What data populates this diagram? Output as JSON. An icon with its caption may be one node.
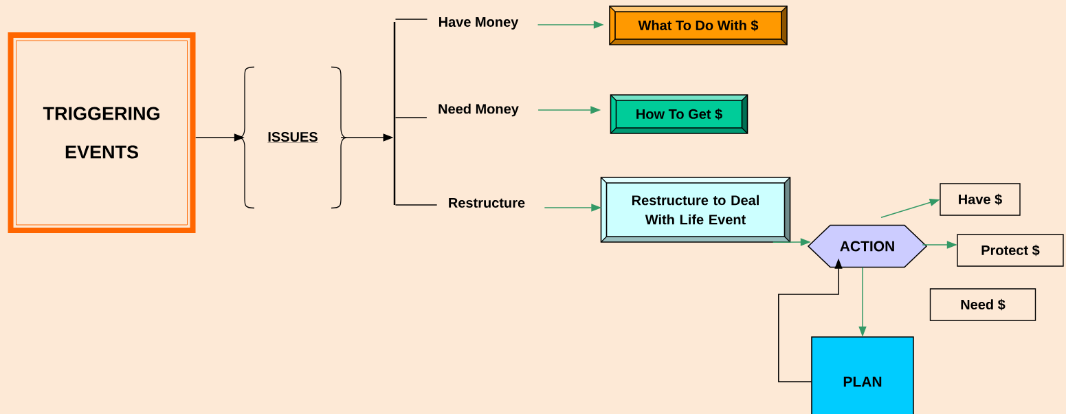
{
  "diagram": {
    "nodes": [
      {
        "text": [
          "TRIGGERING EVENTS"
        ]
      },
      {
        "text": [
          "ISSUES"
        ]
      },
      {
        "text": [],
        "shape": "bar"
      },
      {
        "text": [
          "Have Money"
        ]
      },
      {
        "text": [
          "Need Money"
        ]
      },
      {
        "text": [
          "Restructure"
        ]
      },
      {
        "text": [
          "What To Do With $"
        ]
      },
      {
        "text": [
          "How To Get $"
        ]
      },
      {
        "text": [
          "Restructure to Deal With Life Event"
        ]
      },
      {
        "text": [
          "ACTION"
        ]
      },
      {
        "text": [
          "Have $"
        ]
      },
      {
        "text": [
          "Protect $"
        ]
      },
      {
        "text": [
          "Need $"
        ]
      },
      {
        "text": [
          "PLAN"
        ]
      }
    ],
    "edges": [
      {
        "from": 0,
        "to": 1,
        "arrow": "to",
        "color": "#000000"
      },
      {
        "from": 1,
        "to": 2,
        "arrow": "to",
        "color": "#000000"
      },
      {
        "from": 2,
        "to": 3,
        "arrow": "none",
        "color": "#000000"
      },
      {
        "from": 2,
        "to": 4,
        "arrow": "none",
        "color": "#000000"
      },
      {
        "from": 2,
        "to": 5,
        "arrow": "none",
        "color": "#000000"
      },
      {
        "from": 3,
        "to": 6,
        "arrow": "to"
      },
      {
        "from": 4,
        "to": 7,
        "arrow": "to"
      },
      {
        "from": 5,
        "to": 8,
        "arrow": "to"
      },
      {
        "from": 8,
        "to": 9,
        "arrow": "to"
      },
      {
        "from": 9,
        "to": 10,
        "arrow": "to"
      },
      {
        "from": 9,
        "to": 11,
        "arrow": "to"
      },
      {
        "from": 9,
        "to": 13,
        "arrow": "to"
      },
      {
        "from": 13,
        "to": 9,
        "arrow": "to",
        "color": "#000000"
      }
    ]
  }
}
